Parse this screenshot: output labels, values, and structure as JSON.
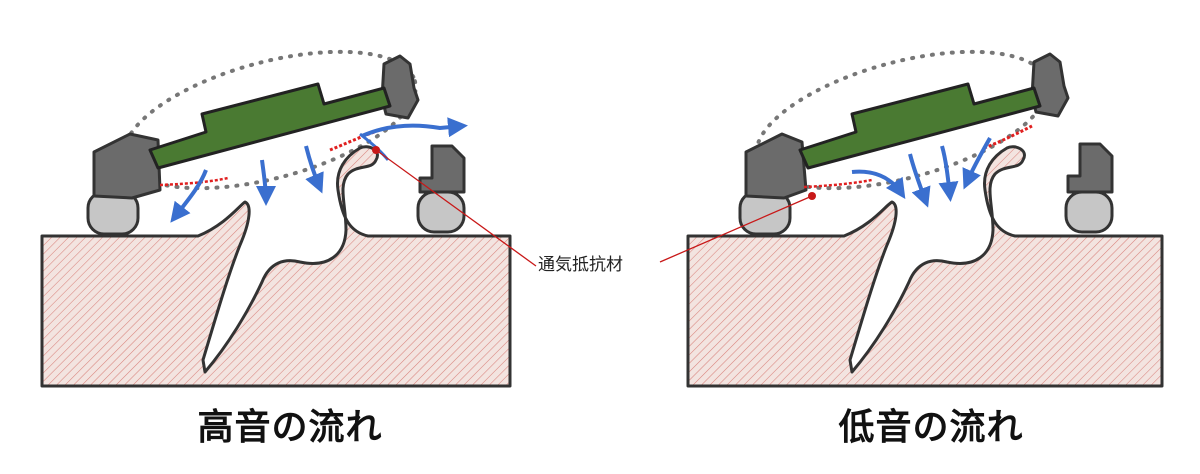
{
  "captions": {
    "left": "高音の流れ",
    "right": "低音の流れ"
  },
  "callout": {
    "label": "通気抵抗材"
  },
  "colors": {
    "base_fill": "#f2e2de",
    "hatch": "#d9807a",
    "outline": "#333333",
    "pcb_green": "#4a7a32",
    "clamp_gray": "#6b6b6b",
    "pad_light": "#c2c2c2",
    "arrow_blue": "#3a6fcf",
    "resist_red": "#e02020",
    "dotted_ellipse": "#777777",
    "leader_red": "#c81818"
  }
}
